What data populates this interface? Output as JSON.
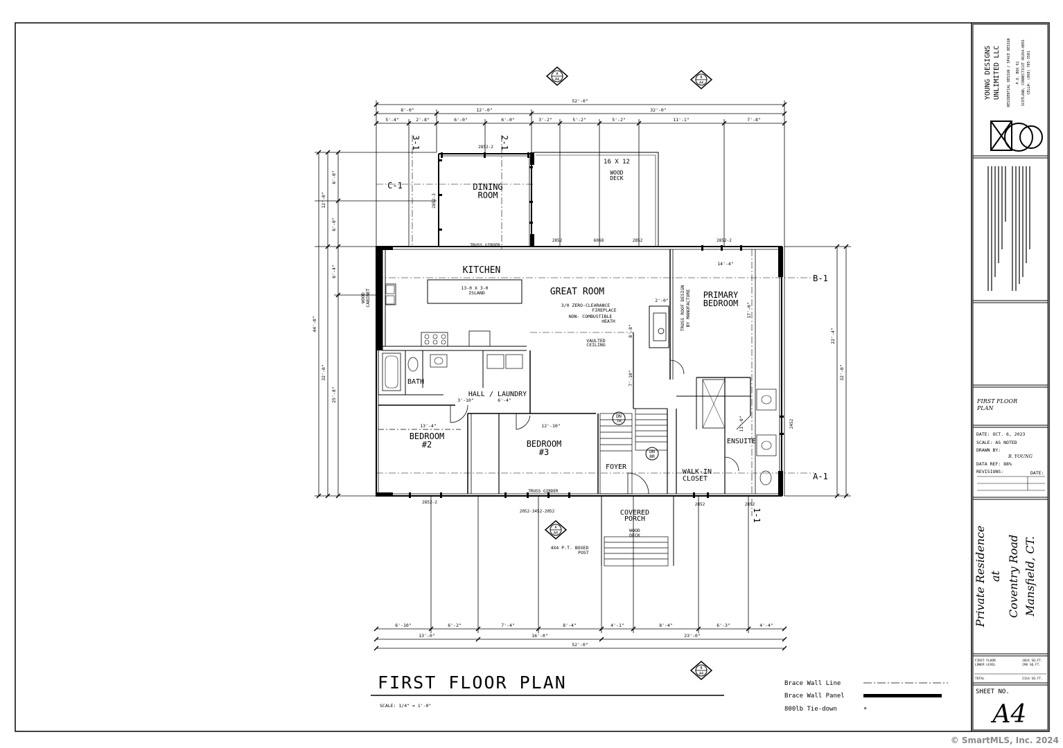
{
  "plan_title": "FIRST FLOOR PLAN",
  "plan_scale": "SCALE: 1/4\" = 1'-0\"",
  "rooms": {
    "dining": "DINING",
    "dining2": "ROOM",
    "kitchen": "KITCHEN",
    "island": "13-0 X 3-0",
    "island2": "ISLAND",
    "great_room": "GREAT ROOM",
    "zero_clearance": "3/0 ZERO-CLEARANCE",
    "fireplace": "FIREPLACE",
    "non_combustible": "NON- COMBUSTIBLE",
    "heath": "HEATH",
    "vaulted": "VAULTED",
    "ceiling": "CEILING",
    "primary": "PRIMARY",
    "bedroom": "BEDROOM",
    "bath": "BATH",
    "hall": "HALL / LAUNDRY",
    "bedroom2": "BEDROOM",
    "bedroom2_num": "#2",
    "bedroom3": "BEDROOM",
    "bedroom3_num": "#3",
    "foyer": "FOYER",
    "walkin": "WALK-IN",
    "closet": "CLOSET",
    "ensuite": "ENSUITE",
    "covered": "COVERED",
    "porch": "PORCH",
    "wood_deck": "WOOD",
    "deck": "DECK",
    "deck_size": "16 X 12",
    "truss_roof": "TRUSS ROOF DESIGN",
    "by_manufacture": "BY MANUFACTURE",
    "box_post": "4X4 P.T. BOXED",
    "post": "POST",
    "truss_girder": "TRUSS GIRDER",
    "dn": "DN",
    "dn_7r": "7R",
    "dn_8r": "8R",
    "cabinet": "CABINET",
    "wood_cab": "WOOD"
  },
  "dims": {
    "top_total": "52'-0\"",
    "top_left": "8'-0\"",
    "top_mid": "12'-0\"",
    "top_right": "32'-0\"",
    "top_row": [
      "5'-4\"",
      "2'-8\"",
      "6'-0\"",
      "6'-0\"",
      "3'-2\"",
      "5'-2\"",
      "5'-2\"",
      "11'-1\"",
      "7'-8\""
    ],
    "bottom_row": [
      "6'-10\"",
      "6'-2\"",
      "7'-4\"",
      "8'-4\"",
      "4'-1\"",
      "8'-4\"",
      "6'-3\"",
      "4'-4\""
    ],
    "bottom_mid": [
      "13'-0\"",
      "16'-0\"",
      "23'-0\""
    ],
    "bottom_total": "52'-0\"",
    "left_total": "44'-0\"",
    "left_top": "12'-0\"",
    "left_bottom": "32'-0\"",
    "left_row": [
      "6'-0\"",
      "6'-0\"",
      "6'-4\"",
      "25'-8\""
    ],
    "right_total": "32'-0\"",
    "right_row": "22'-4\"",
    "room_dims": [
      "13'-4\"",
      "12'-10\"",
      "14'-4\"",
      "17'-0\"",
      "11'-0\"",
      "3'-10\"",
      "6'-4\"",
      "8'-8\"",
      "7'-10\"",
      "2'-0\""
    ]
  },
  "windows": [
    "2852-2",
    "2852-3",
    "2852",
    "6068",
    "2852",
    "2852-2",
    "2852-2",
    "2052-3452-2052",
    "2852",
    "2852",
    "2452"
  ],
  "section_marks": [
    "C-1",
    "B-1",
    "A-1",
    "3-1",
    "2-1",
    "1-1"
  ],
  "markers": [
    {
      "top": "A",
      "bottom": "A4"
    },
    {
      "top": "B",
      "bottom": "A4"
    },
    {
      "top": "A",
      "bottom": "A4"
    },
    {
      "top": "B",
      "bottom": "A4"
    }
  ],
  "legend": {
    "line": "Brace Wall Line",
    "panel": "Brace Wall Panel",
    "tiedown": "800lb Tie-down",
    "star": "*"
  },
  "title_block": {
    "firm": "YOUNG DESIGNS",
    "firm2": "UNLIMITED LLC",
    "tagline": "RESIDENTIAL DESIGN / SPACE DESIGN",
    "addr1": "P.O. BOX 91",
    "addr2": "SCOTLAND, CONNECTICUT 06264-0091",
    "addr3": "CELL#: (860) 705-3501",
    "sheet_name": "FIRST FLOOR",
    "sheet_name2": "PLAN",
    "date": "DATE: OCT. 6, 2023",
    "scale": "SCALE: AS NOTED",
    "drawn": "DRAWN BY:",
    "drawn_by": "B. YOUNG",
    "data_ref": "DATA REF: 88%",
    "revisions": "REVISIONS:",
    "rev_date": "DATE:",
    "project1": "Private Residence",
    "project2": "at",
    "project3": "Coventry Road",
    "project4": "Mansfield, CT.",
    "area1": "FIRST FLOOR",
    "area1_val": "1824 SQ.FT.",
    "area2": "LOWER LEVEL",
    "area2_val": "290 SQ.FT.",
    "total": "TOTAL",
    "total_val": "2114 SQ.FT.",
    "sheet_no": "SHEET NO.",
    "sheet": "A4"
  },
  "copyright": "© SmartMLS, Inc. 2024"
}
